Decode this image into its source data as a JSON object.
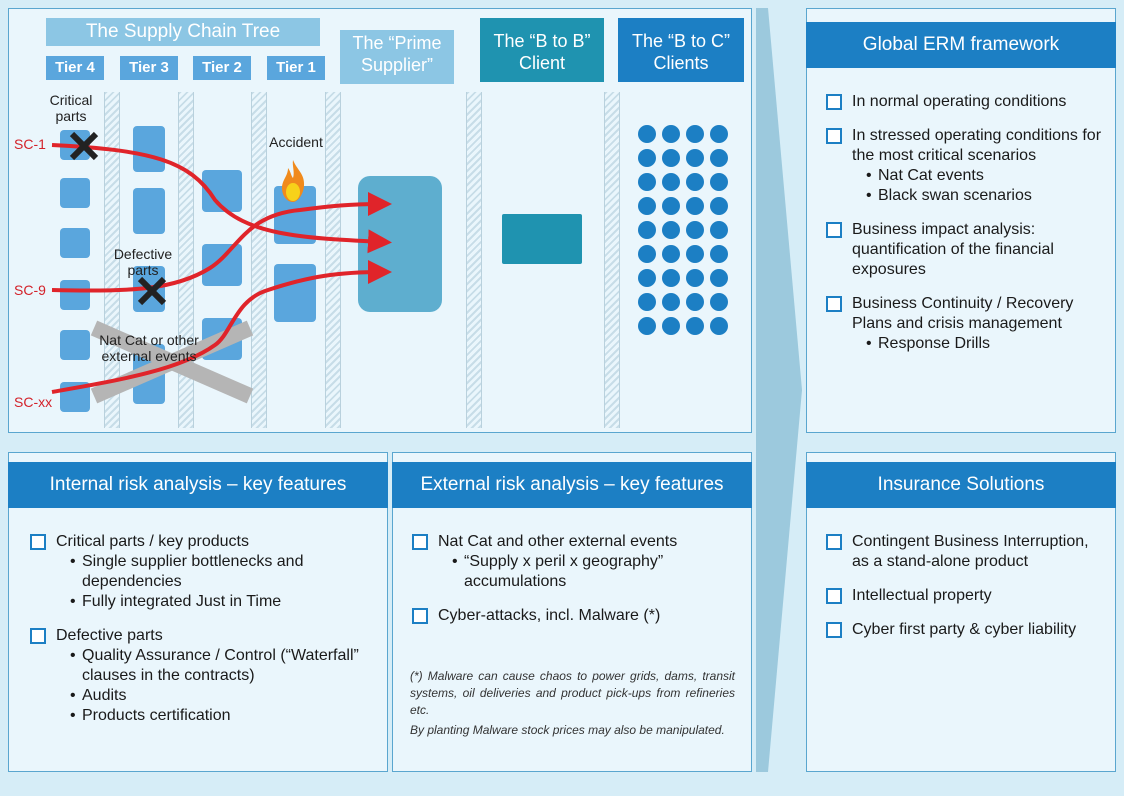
{
  "supply_chain": {
    "title": "The Supply Chain Tree",
    "tiers": [
      "Tier 4",
      "Tier 3",
      "Tier 2",
      "Tier 1"
    ],
    "prime_supplier": "The “Prime Supplier”",
    "b2b": "The “B to B” Client",
    "b2c": "The “B to C” Clients",
    "labels": {
      "critical_parts": "Critical parts",
      "accident": "Accident",
      "defective_parts": "Defective parts",
      "natcat": "Nat Cat or other external events"
    },
    "supply_chains": [
      "SC-1",
      "SC-9",
      "SC-xx"
    ]
  },
  "erm": {
    "title": "Global ERM framework",
    "items": [
      {
        "text": "In normal operating conditions",
        "subs": []
      },
      {
        "text": "In stressed operating conditions for the most critical scenarios",
        "subs": [
          "Nat Cat events",
          "Black swan scenarios"
        ]
      },
      {
        "text": "Business impact analysis: quantification of the financial exposures",
        "subs": []
      },
      {
        "text": "Business Continuity / Recovery Plans and crisis management",
        "subs": [
          "Response Drills"
        ]
      }
    ]
  },
  "internal": {
    "title": "Internal risk analysis – key features",
    "items": [
      {
        "text": "Critical parts / key products",
        "subs": [
          "Single supplier bottlenecks and dependencies",
          "Fully integrated Just in Time"
        ]
      },
      {
        "text": "Defective parts",
        "subs": [
          "Quality Assurance / Control (“Waterfall” clauses in the contracts)",
          "Audits",
          "Products certification"
        ]
      }
    ]
  },
  "external": {
    "title": "External risk analysis – key features",
    "items": [
      {
        "text": "Nat Cat and other external events",
        "subs": [
          "“Supply x peril x geography” accumulations"
        ]
      },
      {
        "text": "Cyber-attacks, incl. Malware (*)",
        "subs": []
      }
    ],
    "note1": "(*) Malware can cause chaos to power grids, dams, transit systems, oil deliveries and product pick-ups from refineries etc.",
    "note2": "By planting Malware stock prices may also be manipulated."
  },
  "insurance": {
    "title": "Insurance Solutions",
    "items": [
      {
        "text": "Contingent Business Interruption, as a stand-alone product",
        "subs": []
      },
      {
        "text": "Intellectual property",
        "subs": []
      },
      {
        "text": "Cyber first party & cyber liability",
        "subs": []
      }
    ]
  },
  "colors": {
    "header_blue": "#1c7fc4",
    "teal": "#1f93b0",
    "risk_red": "#e0242a",
    "box_blue": "#5aa6dd"
  }
}
